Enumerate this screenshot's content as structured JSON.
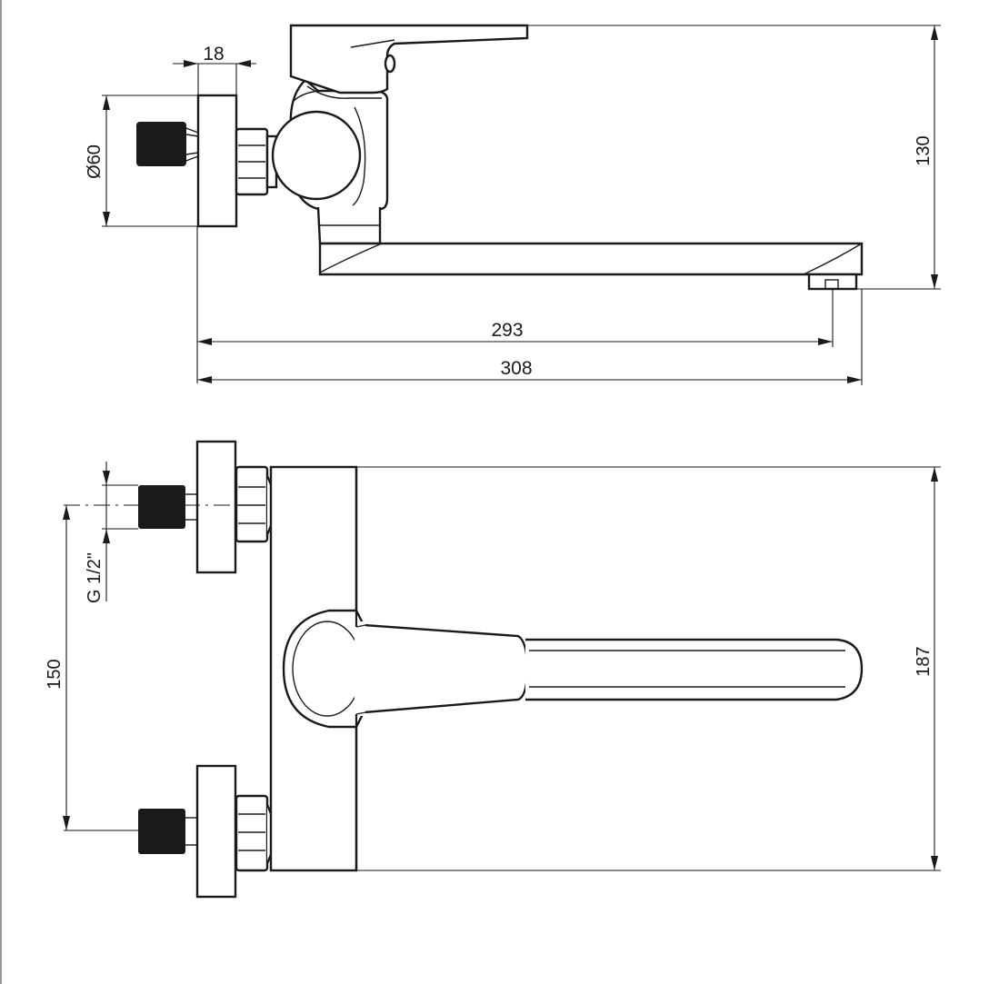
{
  "views": {
    "side": {
      "dimensions": {
        "wall_plate_thickness": "18",
        "wall_plate_diameter": "Ø60",
        "height": "130",
        "spout_reach_outlet": "293",
        "spout_reach_total": "308"
      }
    },
    "top": {
      "dimensions": {
        "thread_size": "G 1/2\"",
        "inlet_spacing": "150",
        "body_width": "187"
      }
    }
  },
  "colors": {
    "line": "#1a1a1a",
    "background": "#ffffff"
  }
}
